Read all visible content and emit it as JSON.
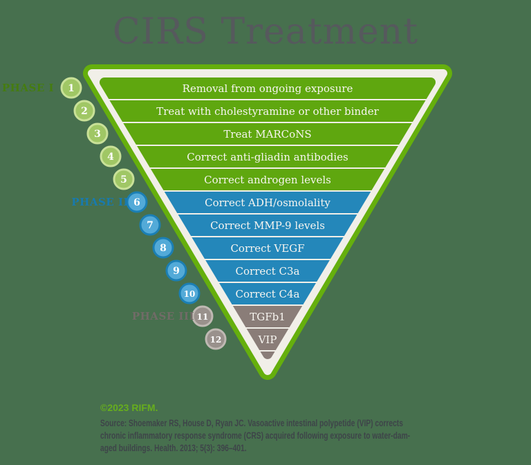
{
  "title": "CIRS Treatment",
  "colors": {
    "background": "#47704e",
    "phase1_green_band": "#5fa70f",
    "phase2_blue_band": "#2487ba",
    "phase3_gray_band": "#8a7d78",
    "funnel_outline_green": "#65af0d",
    "funnel_border_cream": "#f1efe8",
    "title_gray": "#56595d",
    "phase1_label": "#457c10",
    "phase2_label": "#187aae",
    "phase3_label": "#716b67",
    "copyright_green": "#67ae1d",
    "source_text_gray": "#3e4449"
  },
  "phases": [
    {
      "label": "PHASE I"
    },
    {
      "label": "PHASE II"
    },
    {
      "label": "PHASE III"
    }
  ],
  "steps": [
    {
      "number": "1",
      "phase": "PHASE I",
      "label": "Removal from ongoing exposure"
    },
    {
      "number": "2",
      "phase": "PHASE I",
      "label": "Treat with cholestyramine or other binder"
    },
    {
      "number": "3",
      "phase": "PHASE I",
      "label": "Treat MARCoNS"
    },
    {
      "number": "4",
      "phase": "PHASE I",
      "label": "Correct anti-gliadin antibodies"
    },
    {
      "number": "5",
      "phase": "PHASE I",
      "label": "Correct androgen levels"
    },
    {
      "number": "6",
      "phase": "PHASE II",
      "label": "Correct ADH/osmolality"
    },
    {
      "number": "7",
      "phase": "PHASE II",
      "label": "Correct MMP-9 levels"
    },
    {
      "number": "8",
      "phase": "PHASE II",
      "label": "Correct VEGF"
    },
    {
      "number": "9",
      "phase": "PHASE II",
      "label": "Correct C3a"
    },
    {
      "number": "10",
      "phase": "PHASE II",
      "label": "Correct C4a"
    },
    {
      "number": "11",
      "phase": "PHASE III",
      "label": "TGFb1"
    },
    {
      "number": "12",
      "phase": "PHASE III",
      "label": "VIP"
    }
  ],
  "footer": {
    "copyright": "©2023 RIFM.",
    "source_lines": [
      "Source: Shoemaker RS, House D, Ryan JC. Vasoactive intestinal polypetide (VIP) corrects",
      "chronic inflammatory response syndrome (CRS) acquired following exposure to water-dam-",
      "aged buildings. Health. 2013; 5(3): 396–401."
    ]
  }
}
